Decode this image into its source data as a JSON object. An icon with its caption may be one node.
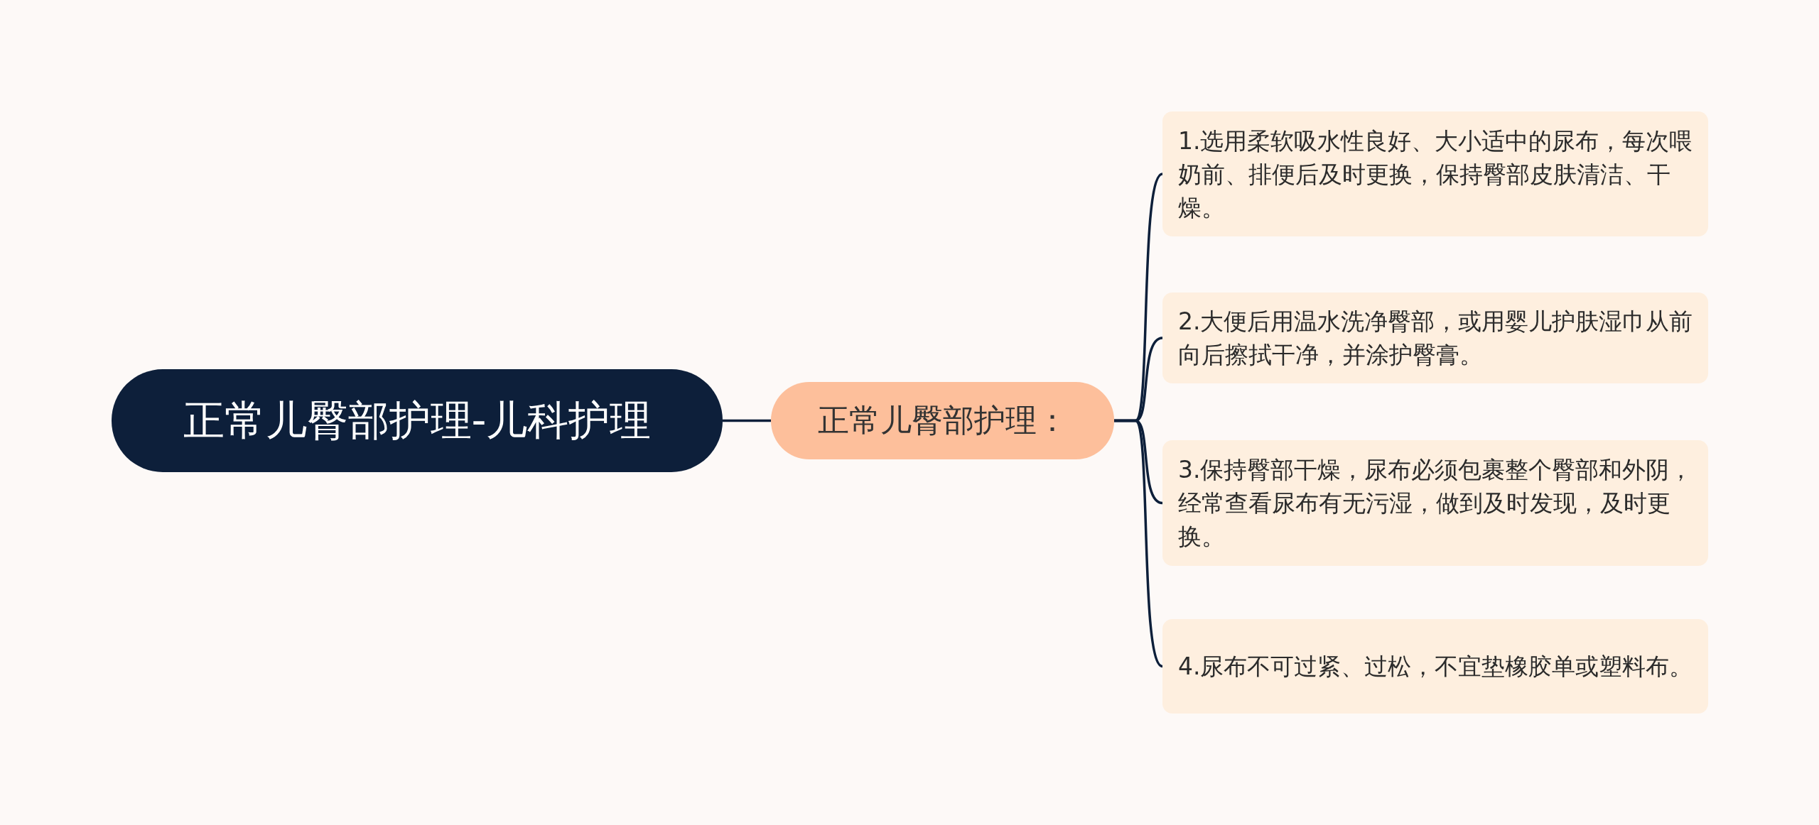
{
  "diagram": {
    "nodes": [
      {
        "text": [
          "正常儿臀部护理-儿科护理"
        ]
      },
      {
        "text": [
          "正常儿臀部护理："
        ]
      },
      {
        "text": [
          "1.选用柔软吸水性良好、大小适中的尿布，每次喂奶前、排便后及时更换，保持臀部皮肤清洁、干燥。"
        ]
      },
      {
        "text": [
          "2.大便后用温水洗净臀部，或用婴儿护肤湿巾从前向后擦拭干净，并涂护臀膏。"
        ]
      },
      {
        "text": [
          "3.保持臀部干燥，尿布必须包裹整个臀部和外阴，经常查看尿布有无污湿，做到及时发现，及时更换。"
        ]
      },
      {
        "text": [
          "4.尿布不可过紧、过松，不宜垫橡胶单或塑料布。"
        ]
      }
    ],
    "edges": [
      {
        "from": 0,
        "to": 1,
        "arrow": "none"
      },
      {
        "from": 1,
        "to": 2,
        "arrow": "none"
      },
      {
        "from": 1,
        "to": 3,
        "arrow": "none"
      },
      {
        "from": 1,
        "to": 4,
        "arrow": "none"
      },
      {
        "from": 1,
        "to": 5,
        "arrow": "none"
      }
    ]
  }
}
